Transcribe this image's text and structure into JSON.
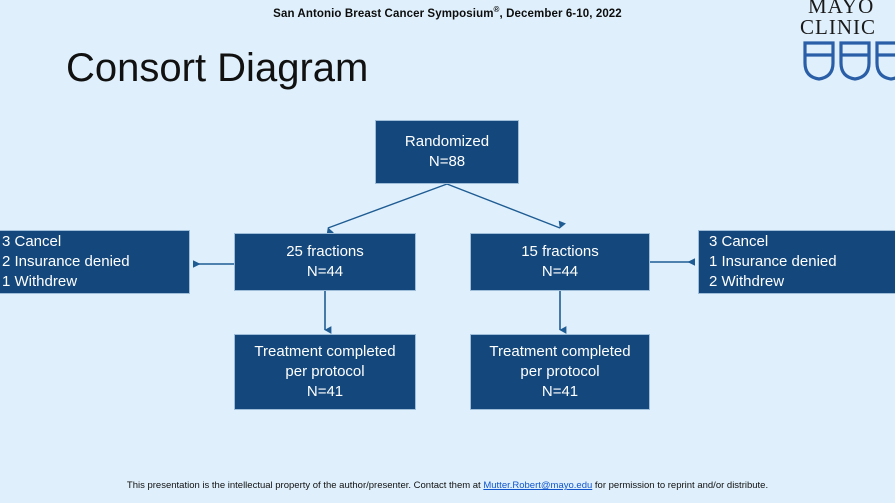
{
  "header": {
    "conference": "San Antonio Breast Cancer Symposium",
    "registered_mark": "®",
    "dates": ", December 6-10, 2022"
  },
  "logo": {
    "line1": "MAYO",
    "line2": "CLINIC",
    "shield_color": "#2a5fa8",
    "name": "mayo-clinic-logo"
  },
  "title": "Consort Diagram",
  "colors": {
    "background": "#dff0fc",
    "node_fill": "#14487c",
    "node_text": "#ffffff",
    "connector": "#1f5c93",
    "link": "#1155cc"
  },
  "diagram": {
    "nodes": {
      "randomized": {
        "line1": "Randomized",
        "line2": "N=88"
      },
      "arm_25": {
        "line1": "25 fractions",
        "line2": "N=44"
      },
      "arm_15": {
        "line1": "15 fractions",
        "line2": "N=44"
      },
      "left_dropouts": {
        "line1": "3 Cancel",
        "line2": "2 Insurance denied",
        "line3": "1 Withdrew"
      },
      "right_dropouts": {
        "line1": "3 Cancel",
        "line2": "1 Insurance denied",
        "line3": "2 Withdrew"
      },
      "left_completed": {
        "line1": "Treatment completed",
        "line2": "per protocol",
        "line3": "N=41"
      },
      "right_completed": {
        "line1": "Treatment completed",
        "line2": "per protocol",
        "line3": "N=41"
      }
    }
  },
  "footer": {
    "text_before": "This presentation is the intellectual property of the author/presenter. Contact them at ",
    "email": "Mutter.Robert@mayo.edu",
    "text_after": " for permission to reprint and/or distribute."
  }
}
